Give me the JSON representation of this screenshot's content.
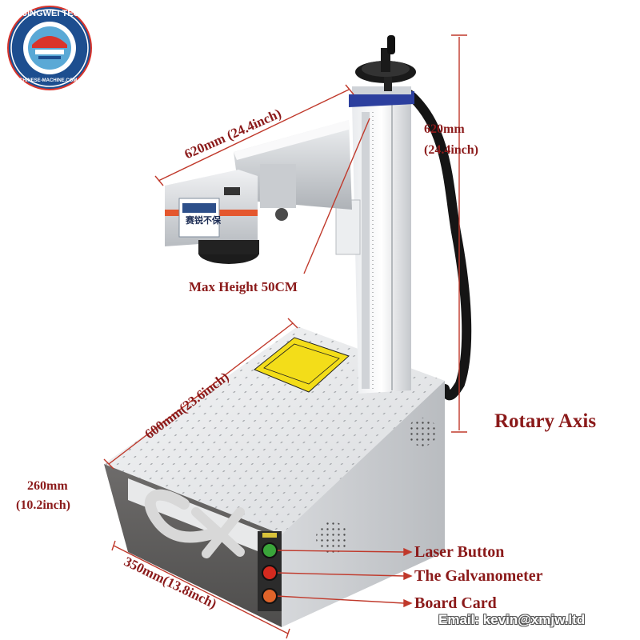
{
  "logo": {
    "brand": "JINGWEI TECH",
    "website": "CHINESE-MACHINE.COM",
    "colors": {
      "ring": "#1d4e8f",
      "accent": "#d9342b",
      "inner": "#5aa9d6"
    }
  },
  "machine": {
    "head_sticker": "赛锐不保",
    "front_logo": "CX",
    "buttons": [
      {
        "color": "#3aa53a"
      },
      {
        "color": "#d42a1f"
      },
      {
        "color": "#e0642a"
      }
    ]
  },
  "annotations": {
    "arm_length": "620mm (24.4inch)",
    "column_height_mm": "620mm",
    "column_height_in": "(24.4inch)",
    "max_height": "Max Height 50CM",
    "rotary_axis": "Rotary Axis",
    "base_depth": "600mm(23.6inch)",
    "base_height_mm": "260mm",
    "base_height_in": "(10.2inch)",
    "base_width": "350mm(13.8inch)",
    "laser_button": "Laser Button",
    "galvanometer": "The Galvanometer",
    "board_card": "Board Card"
  },
  "contact": {
    "email": "Email: kevin@xmjw.ltd"
  },
  "colors": {
    "annotation_text": "#8b1a1a",
    "annotation_line": "#c0392b"
  }
}
